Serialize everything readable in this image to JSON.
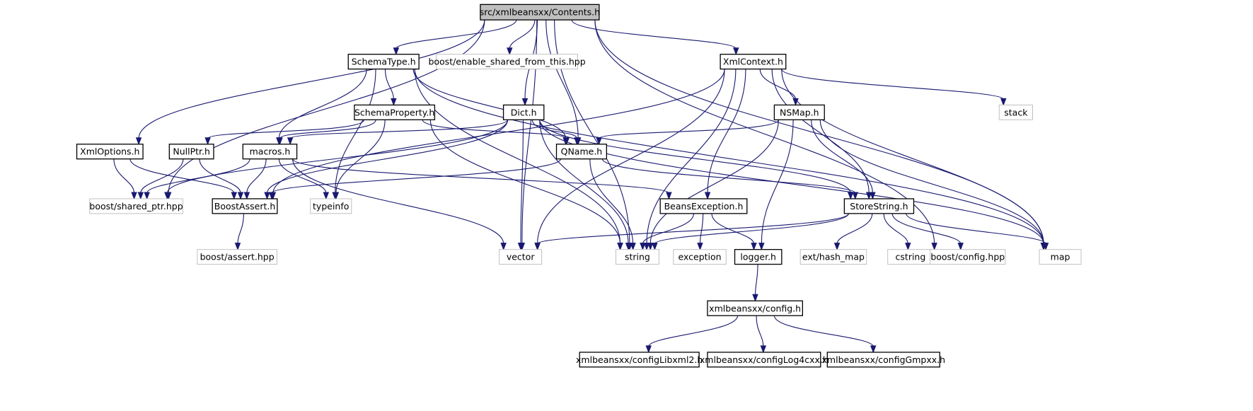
{
  "graph": {
    "nodes": [
      {
        "id": "contents",
        "label": "src/xmlbeansxx/Contents.h",
        "kind": "root"
      },
      {
        "id": "schematype",
        "label": "SchemaType.h",
        "kind": "file"
      },
      {
        "id": "enable_shared",
        "label": "boost/enable_shared_from_this.hpp",
        "kind": "external"
      },
      {
        "id": "xmlcontext",
        "label": "XmlContext.h",
        "kind": "file"
      },
      {
        "id": "schemaproperty",
        "label": "SchemaProperty.h",
        "kind": "file"
      },
      {
        "id": "dict",
        "label": "Dict.h",
        "kind": "file"
      },
      {
        "id": "nsmap",
        "label": "NSMap.h",
        "kind": "file"
      },
      {
        "id": "stack",
        "label": "stack",
        "kind": "external"
      },
      {
        "id": "xmloptions",
        "label": "XmlOptions.h",
        "kind": "file"
      },
      {
        "id": "nullptr",
        "label": "NullPtr.h",
        "kind": "file"
      },
      {
        "id": "macros",
        "label": "macros.h",
        "kind": "file"
      },
      {
        "id": "qname",
        "label": "QName.h",
        "kind": "file"
      },
      {
        "id": "shared_ptr",
        "label": "boost/shared_ptr.hpp",
        "kind": "external"
      },
      {
        "id": "boostassert",
        "label": "BoostAssert.h",
        "kind": "file"
      },
      {
        "id": "typeinfo",
        "label": "typeinfo",
        "kind": "external"
      },
      {
        "id": "beansexception",
        "label": "BeansException.h",
        "kind": "file"
      },
      {
        "id": "storestring",
        "label": "StoreString.h",
        "kind": "file"
      },
      {
        "id": "assert_hpp",
        "label": "boost/assert.hpp",
        "kind": "external"
      },
      {
        "id": "vector",
        "label": "vector",
        "kind": "external"
      },
      {
        "id": "string",
        "label": "string",
        "kind": "external"
      },
      {
        "id": "exception",
        "label": "exception",
        "kind": "external"
      },
      {
        "id": "logger",
        "label": "logger.h",
        "kind": "file"
      },
      {
        "id": "hash_map",
        "label": "ext/hash_map",
        "kind": "external"
      },
      {
        "id": "cstring",
        "label": "cstring",
        "kind": "external"
      },
      {
        "id": "config_hpp",
        "label": "boost/config.hpp",
        "kind": "external"
      },
      {
        "id": "map",
        "label": "map",
        "kind": "external"
      },
      {
        "id": "config",
        "label": "xmlbeansxx/config.h",
        "kind": "file"
      },
      {
        "id": "libxml2",
        "label": "xmlbeansxx/configLibxml2.h",
        "kind": "file"
      },
      {
        "id": "log4cxx",
        "label": "xmlbeansxx/configLog4cxx.h",
        "kind": "file"
      },
      {
        "id": "gmpxx",
        "label": "xmlbeansxx/configGmpxx.h",
        "kind": "file"
      }
    ],
    "edges": [
      [
        "contents",
        "schematype"
      ],
      [
        "contents",
        "enable_shared"
      ],
      [
        "contents",
        "xmlcontext"
      ],
      [
        "contents",
        "dict"
      ],
      [
        "contents",
        "qname"
      ],
      [
        "contents",
        "string"
      ],
      [
        "contents",
        "xmloptions"
      ],
      [
        "contents",
        "shared_ptr"
      ],
      [
        "contents",
        "vector"
      ],
      [
        "contents",
        "map"
      ],
      [
        "contents",
        "config_hpp"
      ],
      [
        "schematype",
        "schemaproperty"
      ],
      [
        "schematype",
        "macros"
      ],
      [
        "schematype",
        "typeinfo"
      ],
      [
        "schematype",
        "qname"
      ],
      [
        "schematype",
        "string"
      ],
      [
        "schematype",
        "map"
      ],
      [
        "xmlcontext",
        "nsmap"
      ],
      [
        "xmlcontext",
        "stack"
      ],
      [
        "xmlcontext",
        "map"
      ],
      [
        "xmlcontext",
        "storestring"
      ],
      [
        "xmlcontext",
        "beansexception"
      ],
      [
        "xmlcontext",
        "string"
      ],
      [
        "xmlcontext",
        "vector"
      ],
      [
        "xmlcontext",
        "boostassert"
      ],
      [
        "schemaproperty",
        "nullptr"
      ],
      [
        "schemaproperty",
        "macros"
      ],
      [
        "schemaproperty",
        "typeinfo"
      ],
      [
        "schemaproperty",
        "qname"
      ],
      [
        "schemaproperty",
        "string"
      ],
      [
        "dict",
        "macros"
      ],
      [
        "dict",
        "shared_ptr"
      ],
      [
        "dict",
        "boostassert"
      ],
      [
        "dict",
        "qname"
      ],
      [
        "dict",
        "vector"
      ],
      [
        "dict",
        "string"
      ],
      [
        "dict",
        "storestring"
      ],
      [
        "dict",
        "map"
      ],
      [
        "nsmap",
        "qname"
      ],
      [
        "nsmap",
        "storestring"
      ],
      [
        "nsmap",
        "string"
      ],
      [
        "nsmap",
        "logger"
      ],
      [
        "nsmap",
        "map"
      ],
      [
        "xmloptions",
        "shared_ptr"
      ],
      [
        "xmloptions",
        "boostassert"
      ],
      [
        "nullptr",
        "shared_ptr"
      ],
      [
        "nullptr",
        "boostassert"
      ],
      [
        "macros",
        "shared_ptr"
      ],
      [
        "macros",
        "boostassert"
      ],
      [
        "macros",
        "typeinfo"
      ],
      [
        "macros",
        "vector"
      ],
      [
        "macros",
        "beansexception"
      ],
      [
        "qname",
        "boostassert"
      ],
      [
        "qname",
        "string"
      ],
      [
        "qname",
        "storestring"
      ],
      [
        "boostassert",
        "assert_hpp"
      ],
      [
        "beansexception",
        "string"
      ],
      [
        "beansexception",
        "exception"
      ],
      [
        "beansexception",
        "logger"
      ],
      [
        "storestring",
        "vector"
      ],
      [
        "storestring",
        "string"
      ],
      [
        "storestring",
        "hash_map"
      ],
      [
        "storestring",
        "cstring"
      ],
      [
        "storestring",
        "config_hpp"
      ],
      [
        "storestring",
        "map"
      ],
      [
        "logger",
        "config"
      ],
      [
        "config",
        "libxml2"
      ],
      [
        "config",
        "log4cxx"
      ],
      [
        "config",
        "gmpxx"
      ]
    ]
  }
}
